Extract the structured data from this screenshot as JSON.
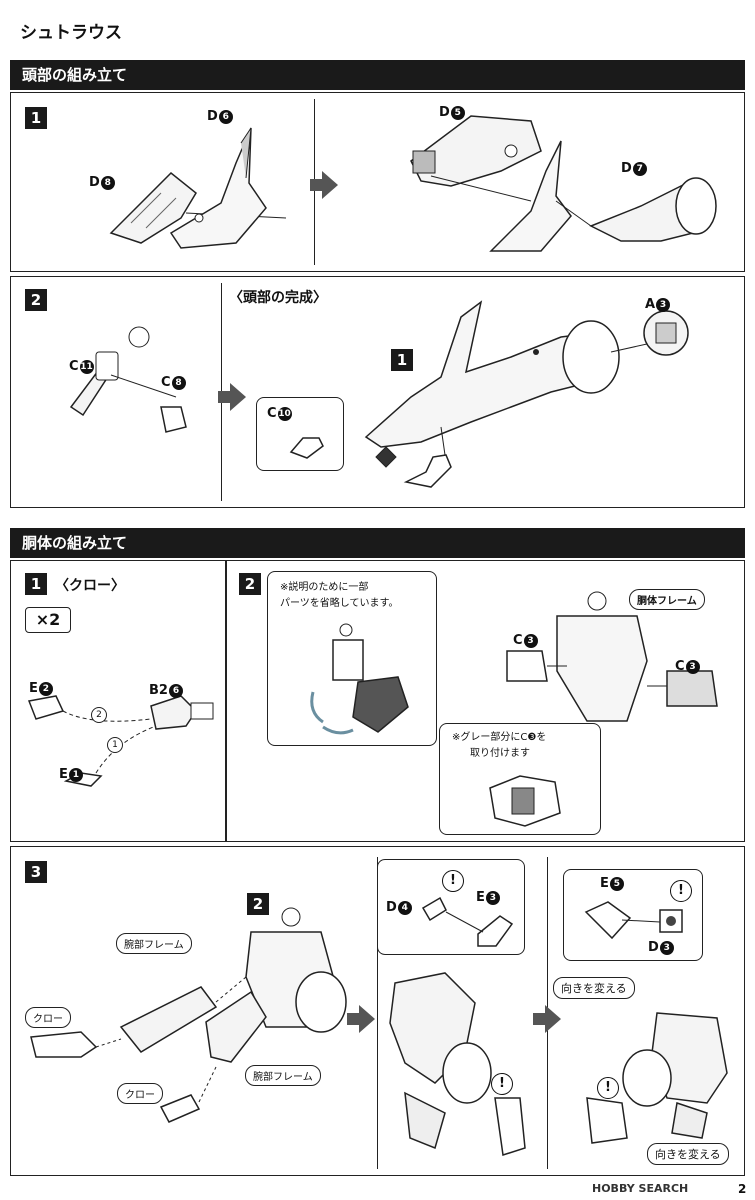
{
  "page_title": "シュトラウス",
  "page_number": "2",
  "watermark": "HOBBY SEARCH",
  "sections": {
    "head": "頭部の組み立て",
    "body": "胴体の組み立て"
  },
  "head_step1": {
    "num": "1",
    "parts": {
      "d8": {
        "letter": "D",
        "num": "8"
      },
      "d6": {
        "letter": "D",
        "num": "6"
      },
      "d5": {
        "letter": "D",
        "num": "5"
      },
      "d7": {
        "letter": "D",
        "num": "7"
      }
    }
  },
  "head_step2": {
    "num": "2",
    "completion_title": "〈頭部の完成〉",
    "sub_num": "1",
    "parts": {
      "c11": {
        "letter": "C",
        "num": "11"
      },
      "c8": {
        "letter": "C",
        "num": "8"
      },
      "c10": {
        "letter": "C",
        "num": "10"
      },
      "a3": {
        "letter": "A",
        "num": "3"
      }
    }
  },
  "body_step1": {
    "num": "1",
    "subtitle": "〈クロー〉",
    "multiplier": "×2",
    "order1": "1",
    "order2": "2",
    "parts": {
      "e2": {
        "letter": "E",
        "num": "2"
      },
      "b26": {
        "letter": "B2",
        "num": "6"
      },
      "e1": {
        "letter": "E",
        "num": "1"
      }
    }
  },
  "body_step2": {
    "num": "2",
    "note_line1": "※説明のために一部",
    "note_line2": "パーツを省略しています。",
    "frame_label": "胴体フレーム",
    "gray_note_line1": "※グレー部分にC❸を",
    "gray_note_line2": "取り付けます",
    "parts": {
      "c3_left": {
        "letter": "C",
        "num": "3"
      },
      "c3_right": {
        "letter": "C",
        "num": "3"
      }
    }
  },
  "body_step3": {
    "num": "3",
    "sub_num": "2",
    "arm_frame_label": "腕部フレーム",
    "arm_frame_label2": "腕部フレーム",
    "claw_label": "クロー",
    "claw_label2": "クロー",
    "turn_label": "向きを変える",
    "turn_label2": "向きを変える",
    "warn": "!",
    "parts": {
      "d4": {
        "letter": "D",
        "num": "4"
      },
      "e3": {
        "letter": "E",
        "num": "3"
      },
      "e5": {
        "letter": "E",
        "num": "5"
      },
      "d3": {
        "letter": "D",
        "num": "3"
      }
    }
  }
}
